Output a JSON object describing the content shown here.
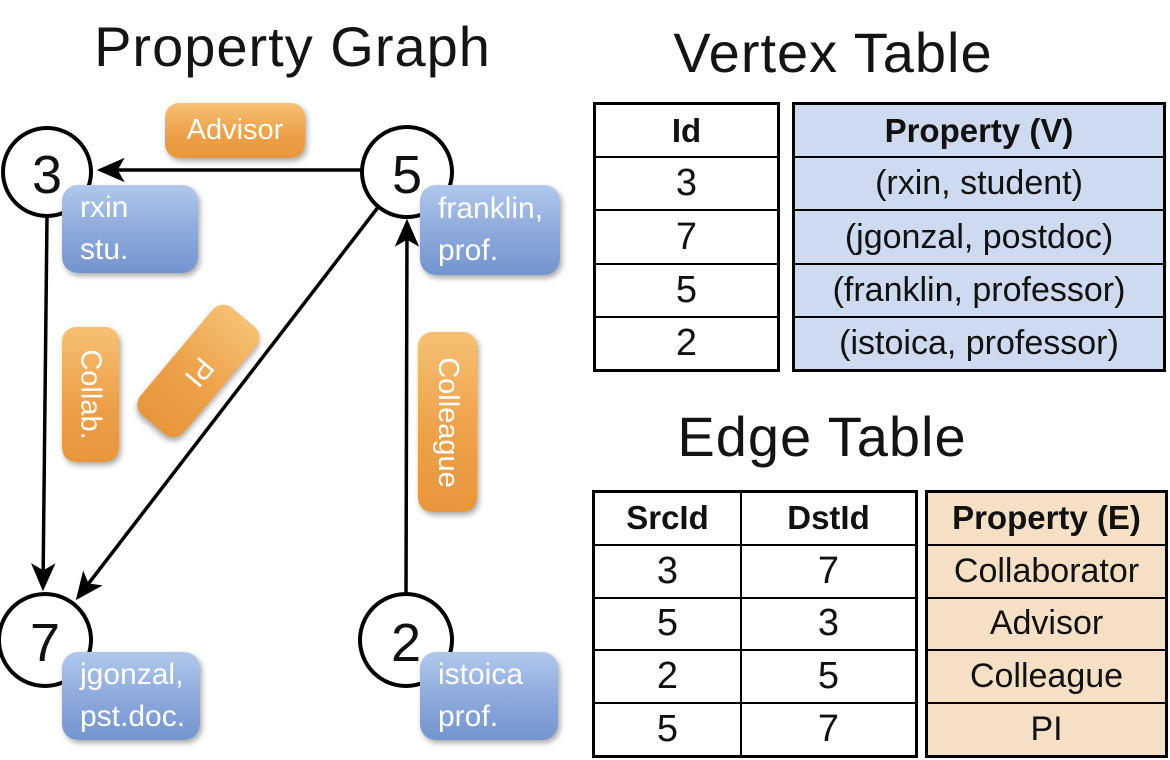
{
  "graph": {
    "title": "Property Graph",
    "nodes": [
      {
        "id": "3"
      },
      {
        "id": "5"
      },
      {
        "id": "7"
      },
      {
        "id": "2"
      }
    ],
    "node_properties": [
      {
        "line1": "rxin",
        "line2": "stu."
      },
      {
        "line1": "franklin,",
        "line2": "prof."
      },
      {
        "line1": "jgonzal,",
        "line2": "pst.doc."
      },
      {
        "line1": "istoica",
        "line2": "prof."
      }
    ],
    "edges": [
      {
        "src": "5",
        "dst": "3",
        "label": "Advisor"
      },
      {
        "src": "3",
        "dst": "7",
        "label": "Collab."
      },
      {
        "src": "5",
        "dst": "7",
        "label": "PI"
      },
      {
        "src": "2",
        "dst": "5",
        "label": "Colleague"
      }
    ]
  },
  "vertex_table": {
    "title": "Vertex Table",
    "headers": {
      "id": "Id",
      "property": "Property (V)"
    },
    "rows": [
      {
        "id": "3",
        "property": "(rxin, student)"
      },
      {
        "id": "7",
        "property": "(jgonzal, postdoc)"
      },
      {
        "id": "5",
        "property": "(franklin, professor)"
      },
      {
        "id": "2",
        "property": "(istoica, professor)"
      }
    ]
  },
  "edge_table": {
    "title": "Edge Table",
    "headers": {
      "src": "SrcId",
      "dst": "DstId",
      "property": "Property (E)"
    },
    "rows": [
      {
        "src": "3",
        "dst": "7",
        "property": "Collaborator"
      },
      {
        "src": "5",
        "dst": "3",
        "property": "Advisor"
      },
      {
        "src": "2",
        "dst": "5",
        "property": "Colleague"
      },
      {
        "src": "5",
        "dst": "7",
        "property": "PI"
      }
    ]
  },
  "colors": {
    "vertex_property_box": "#8FACDC",
    "edge_label_box": "#EC9F45",
    "vertex_table_fill": "#CEDAEF",
    "edge_table_fill": "#F5DFC5",
    "stroke": "#000000"
  }
}
